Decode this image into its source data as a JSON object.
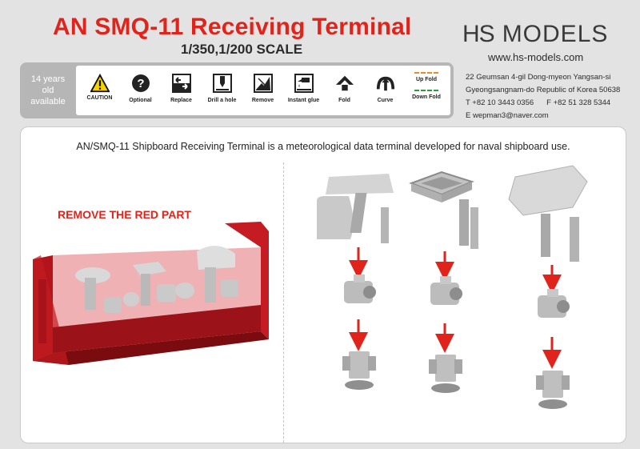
{
  "header": {
    "title": "AN SMQ-11 Receiving Terminal",
    "scale": "1/350,1/200 SCALE"
  },
  "brand": {
    "logo_mark": "HS",
    "name": "MODELS",
    "website": "www.hs-models.com",
    "address_line1": "22 Geumsan 4-gil Dong-myeon Yangsan-si",
    "address_line2": "Gyeongsangnam-do Republic of Korea 50638",
    "phone": "T  +82 10 3443 0356",
    "fax": "F  +82 51 328 5344",
    "email": "E  wepman3@naver.com"
  },
  "legend": {
    "age_notice": "14 years old available",
    "items": [
      {
        "label": "CAUTION",
        "icon": "caution-icon"
      },
      {
        "label": "Optional",
        "icon": "question-icon"
      },
      {
        "label": "Replace",
        "icon": "replace-icon"
      },
      {
        "label": "Drill a hole",
        "icon": "drill-icon"
      },
      {
        "label": "Remove",
        "icon": "remove-icon"
      },
      {
        "label": "Instant glue",
        "icon": "glue-icon"
      },
      {
        "label": "Fold",
        "icon": "fold-icon"
      },
      {
        "label": "Curve",
        "icon": "curve-icon"
      }
    ],
    "up_fold": "Up Fold",
    "down_fold": "Down Fold",
    "up_fold_color": "#f08a1c",
    "down_fold_color": "#2f9a3a"
  },
  "content": {
    "description": "AN/SMQ-11 Shipboard Receiving Terminal is a meteorological data terminal developed for naval shipboard use.",
    "remove_instruction": "REMOVE THE RED PART"
  },
  "colors": {
    "accent_red": "#e0241b",
    "part_gray": "#a9a9a9",
    "background": "#e3e3e3"
  }
}
